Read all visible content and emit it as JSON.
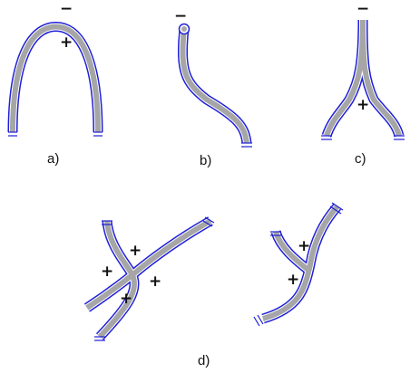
{
  "panel_labels": {
    "a": "a)",
    "b": "b)",
    "c": "c)",
    "d": "d)"
  },
  "signs": {
    "plus": "+",
    "minus": "−"
  },
  "colors": {
    "membrane_outline": "#1f1fd8",
    "core": "#a6a6a6"
  }
}
